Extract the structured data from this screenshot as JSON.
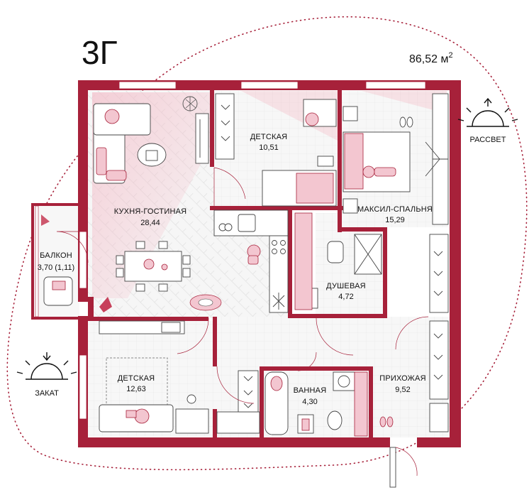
{
  "apartment": {
    "code": "3Г",
    "area_value": "86,52 м",
    "area_unit_sup": "2"
  },
  "rooms": [
    {
      "id": "living",
      "name": "КУХНЯ-ГОСТИНАЯ",
      "area": "28,44"
    },
    {
      "id": "kids1",
      "name": "ДЕТСКАЯ",
      "area": "10,51"
    },
    {
      "id": "master",
      "name": "МАКСИЛ-СПАЛЬНЯ",
      "area": "15,29"
    },
    {
      "id": "balcony",
      "name": "БАЛКОН",
      "area": "3,70 (1,11)"
    },
    {
      "id": "shower",
      "name": "ДУШЕВАЯ",
      "area": "4,72"
    },
    {
      "id": "kids2",
      "name": "ДЕТСКАЯ",
      "area": "12,63"
    },
    {
      "id": "bath",
      "name": "ВАННАЯ",
      "area": "4,30"
    },
    {
      "id": "hall",
      "name": "ПРИХОЖАЯ",
      "area": "9,52"
    }
  ],
  "sun": {
    "sunrise_label": "РАССВЕТ",
    "sunset_label": "ЗАКАТ"
  },
  "colors": {
    "wall": "#a7213a",
    "accent_pink": "#f3c6d0",
    "floor": "#f5f5f5"
  }
}
